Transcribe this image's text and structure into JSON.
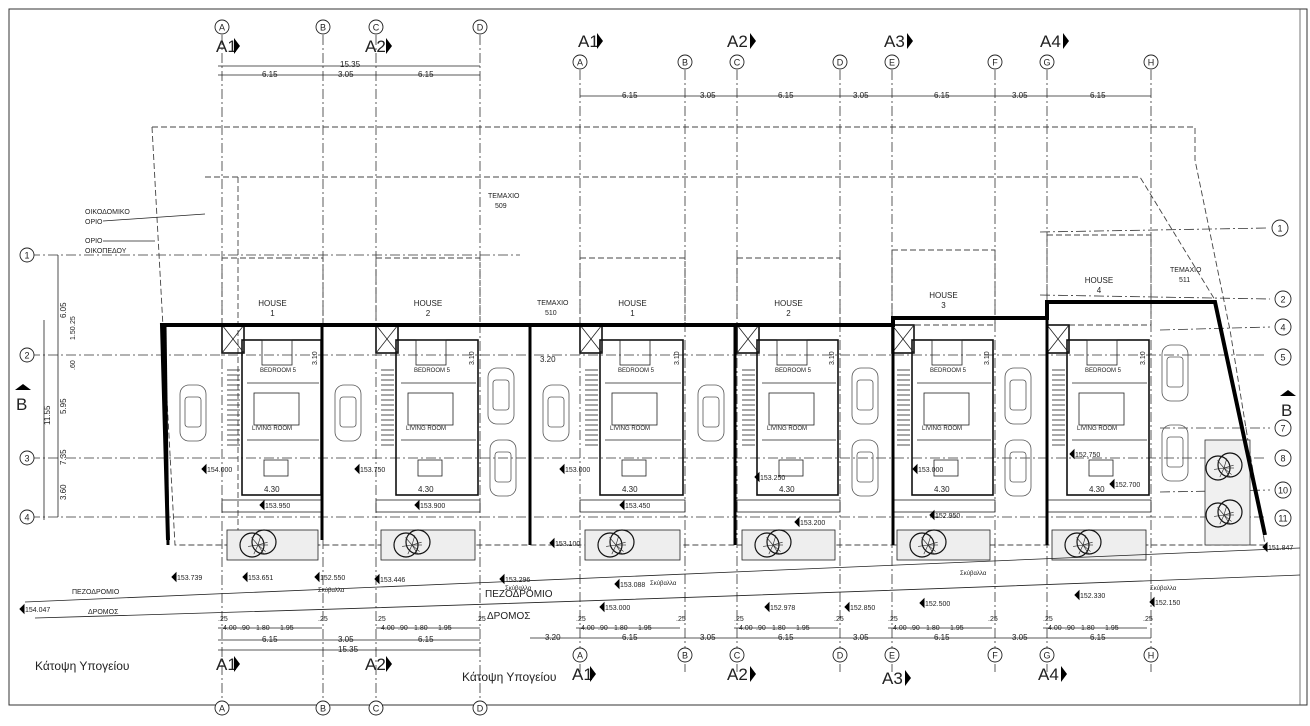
{
  "title": "Κάτοψη Υπογείου",
  "grid_columns_left": [
    "A",
    "B",
    "C",
    "D"
  ],
  "grid_columns_right": [
    "A",
    "B",
    "C",
    "D",
    "E",
    "F",
    "G",
    "H"
  ],
  "grid_rows_left": [
    "1",
    "2",
    "3",
    "4"
  ],
  "grid_rows_right": [
    "1",
    "2",
    "4",
    "5",
    "7",
    "8",
    "10",
    "11"
  ],
  "sections": {
    "a1": "A1",
    "a2": "A2",
    "a3": "A3",
    "a4": "A4",
    "b": "B"
  },
  "boundaries": {
    "building_limit": [
      "ΟΙΚΟΔΟΜΙΚΟ",
      "ΟΡΙΟ"
    ],
    "plot_limit": [
      "ΟΡΙΟ",
      "ΟΙΚΟΠΕΔΟΥ"
    ]
  },
  "parcels": [
    {
      "label": "ΤΕΜΑΧΙΟ",
      "number": "509"
    },
    {
      "label": "ΤΕΜΑΧΙΟ",
      "number": "510"
    },
    {
      "label": "ΤΕΜΑΧΙΟ",
      "number": "511"
    }
  ],
  "houses_left": [
    {
      "label": "HOUSE",
      "number": "1"
    },
    {
      "label": "HOUSE",
      "number": "2"
    }
  ],
  "houses_right": [
    {
      "label": "HOUSE",
      "number": "1"
    },
    {
      "label": "HOUSE",
      "number": "2"
    },
    {
      "label": "HOUSE",
      "number": "3"
    },
    {
      "label": "HOUSE",
      "number": "4"
    }
  ],
  "rooms": {
    "bedroom": "BEDROOM 5",
    "living": "LIVING ROOM",
    "bins": "Σκύβαλλα"
  },
  "street": {
    "sidewalk": "ΠΕΖΟΔΡΟΜΙΟ",
    "road": "ΔΡΟΜΟΣ"
  },
  "dimensions": {
    "top_left_total": "15.35",
    "bays": [
      "6.15",
      "3.05",
      "6.15"
    ],
    "top_right": [
      "6.15",
      "3.05",
      "6.15",
      "3.05",
      "6.15",
      "3.05",
      "6.15"
    ],
    "bottom_detail": [
      ".25",
      "4.00",
      ".90",
      "1.80",
      "1.95",
      ".25"
    ],
    "bottom_right_start": "3.20",
    "vertical": [
      "6.05",
      "11.55",
      "5.95",
      "7.35",
      "3.60",
      "1.50",
      ".25",
      ".60"
    ],
    "room": [
      "3.10",
      "4.30",
      "3.20"
    ]
  },
  "elevations": [
    "154.047",
    "153.739",
    "153.651",
    "152.550",
    "153.446",
    "153.296",
    "153.088",
    "153.000",
    "152.978",
    "152.850",
    "152.500",
    "152.330",
    "152.150",
    "151.847",
    "154.000",
    "153.950",
    "153.750",
    "153.900",
    "153.100",
    "153.000",
    "153.450",
    "153.250",
    "153.200",
    "153.000",
    "152.950",
    "152.750",
    "152.700"
  ]
}
